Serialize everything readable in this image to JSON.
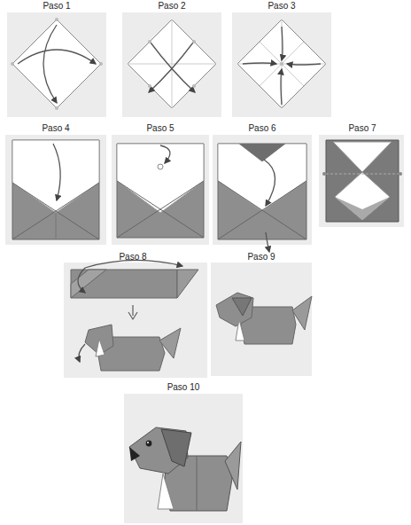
{
  "diagram": {
    "labels": [
      "Paso 1",
      "Paso 2",
      "Paso 3",
      "Paso 4",
      "Paso 5",
      "Paso 6",
      "Paso 7",
      "Paso 8",
      "Paso 9",
      "Paso 10"
    ]
  }
}
